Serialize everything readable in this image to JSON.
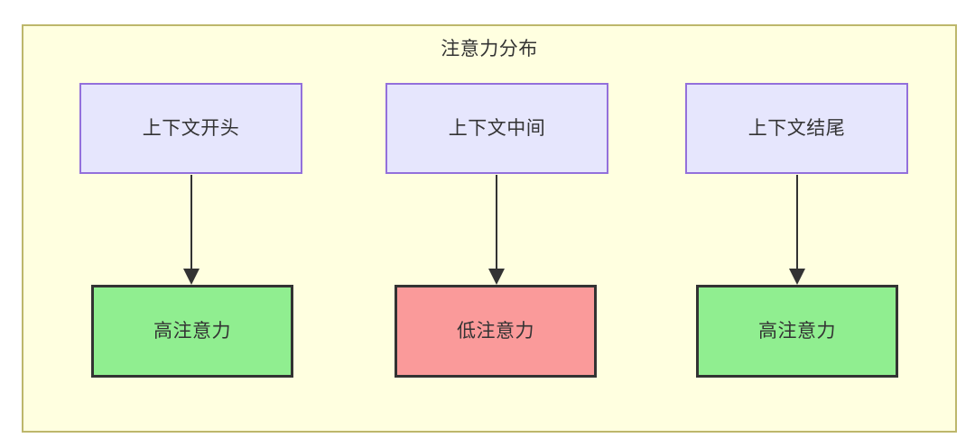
{
  "diagram": {
    "type": "flowchart",
    "direction": "top-down",
    "title": "注意力分布",
    "container": {
      "name": "attention-distribution-subgraph",
      "fill_color": "#ffffe0",
      "border_color": "#bdb76b"
    },
    "nodes": [
      {
        "id": "context-start",
        "label": "上下文开头",
        "row": "top",
        "column": 1,
        "fill_color": "#e6e6fd",
        "border_color": "#9370db"
      },
      {
        "id": "context-middle",
        "label": "上下文中间",
        "row": "top",
        "column": 2,
        "fill_color": "#e6e6fd",
        "border_color": "#9370db"
      },
      {
        "id": "context-end",
        "label": "上下文结尾",
        "row": "top",
        "column": 3,
        "fill_color": "#e6e6fd",
        "border_color": "#9370db"
      },
      {
        "id": "attention-high-start",
        "label": "高注意力",
        "row": "bottom",
        "column": 1,
        "fill_color": "#90ee90",
        "border_color": "#333333"
      },
      {
        "id": "attention-low-middle",
        "label": "低注意力",
        "row": "bottom",
        "column": 2,
        "fill_color": "#fa9a9a",
        "border_color": "#333333"
      },
      {
        "id": "attention-high-end",
        "label": "高注意力",
        "row": "bottom",
        "column": 3,
        "fill_color": "#90ee90",
        "border_color": "#333333"
      }
    ],
    "edges": [
      {
        "from": "context-start",
        "to": "attention-high-start",
        "style": "solid-arrow"
      },
      {
        "from": "context-middle",
        "to": "attention-low-middle",
        "style": "solid-arrow"
      },
      {
        "from": "context-end",
        "to": "attention-high-end",
        "style": "solid-arrow"
      }
    ],
    "colors": {
      "text": "#333333",
      "edge": "#333333",
      "canvas": "#ffffff"
    }
  }
}
